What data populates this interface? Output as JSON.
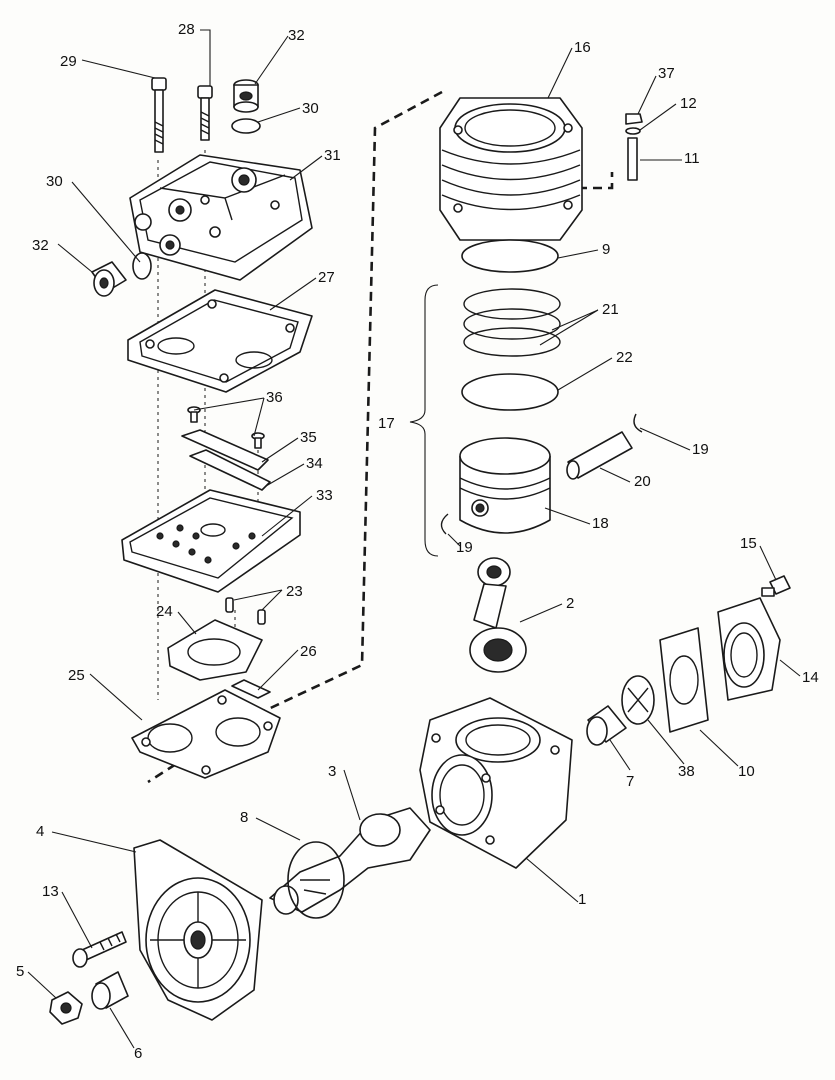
{
  "callouts": [
    {
      "id": "c29",
      "text": "29"
    },
    {
      "id": "c28",
      "text": "28"
    },
    {
      "id": "c32a",
      "text": "32"
    },
    {
      "id": "c30a",
      "text": "30"
    },
    {
      "id": "c31",
      "text": "31"
    },
    {
      "id": "c30b",
      "text": "30"
    },
    {
      "id": "c32b",
      "text": "32"
    },
    {
      "id": "c27",
      "text": "27"
    },
    {
      "id": "c16",
      "text": "16"
    },
    {
      "id": "c37",
      "text": "37"
    },
    {
      "id": "c12",
      "text": "12"
    },
    {
      "id": "c11",
      "text": "11"
    },
    {
      "id": "c9",
      "text": "9"
    },
    {
      "id": "c21",
      "text": "21"
    },
    {
      "id": "c22",
      "text": "22"
    },
    {
      "id": "c36",
      "text": "36"
    },
    {
      "id": "c35",
      "text": "35"
    },
    {
      "id": "c34",
      "text": "34"
    },
    {
      "id": "c17",
      "text": "17"
    },
    {
      "id": "c19a",
      "text": "19"
    },
    {
      "id": "c20",
      "text": "20"
    },
    {
      "id": "c33",
      "text": "33"
    },
    {
      "id": "c18",
      "text": "18"
    },
    {
      "id": "c19b",
      "text": "19"
    },
    {
      "id": "c15",
      "text": "15"
    },
    {
      "id": "c23",
      "text": "23"
    },
    {
      "id": "c2",
      "text": "2"
    },
    {
      "id": "c24",
      "text": "24"
    },
    {
      "id": "c14",
      "text": "14"
    },
    {
      "id": "c26",
      "text": "26"
    },
    {
      "id": "c25",
      "text": "25"
    },
    {
      "id": "c7",
      "text": "7"
    },
    {
      "id": "c38",
      "text": "38"
    },
    {
      "id": "c10",
      "text": "10"
    },
    {
      "id": "c3",
      "text": "3"
    },
    {
      "id": "c8",
      "text": "8"
    },
    {
      "id": "c4",
      "text": "4"
    },
    {
      "id": "c1",
      "text": "1"
    },
    {
      "id": "c13",
      "text": "13"
    },
    {
      "id": "c5",
      "text": "5"
    },
    {
      "id": "c6",
      "text": "6"
    }
  ]
}
